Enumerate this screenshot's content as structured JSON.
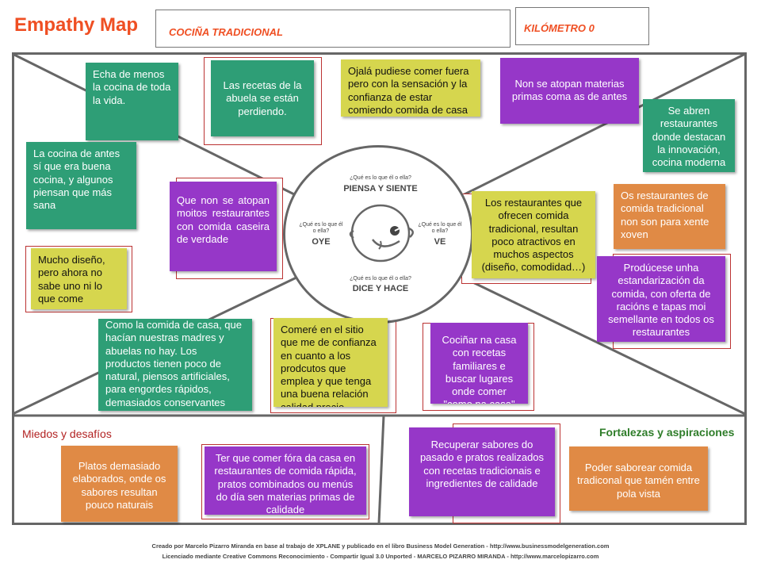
{
  "header": {
    "title": "Empathy Map",
    "subject": "COCIÑA TRADICIONAL",
    "context": "KILÓMETRO 0"
  },
  "center": {
    "question": "¿Qué es lo que él o ella?",
    "think_feel": "PIENSA Y SIENTE",
    "hear": "OYE",
    "see": "VE",
    "say_do": "DICE Y HACE"
  },
  "notes": {
    "n1": "Echa de menos la cocina de toda la vida.",
    "n2": "Las recetas de la abuela se están perdiendo.",
    "n3": "Ojalá pudiese comer fuera pero con  la sensación y la confianza de estar comiendo comida de casa",
    "n4": "Non se atopan materias primas coma as de antes",
    "n5": "Se abren restaurantes donde destacan la innovación, cocina moderna",
    "n6": "La cocina de antes sí que era buena cocina, y algunos piensan que más sana",
    "n7": "Que non se atopan moitos restaurantes con comida caseira de verdade",
    "n8": "Los restaurantes que ofrecen comida tradicional, resultan poco atractivos en muchos aspectos (diseño, comodidad…)",
    "n9": "Os restaurantes de comida tradicional non son para xente xoven",
    "n10": "Mucho diseño, pero ahora no sabe uno ni lo que come",
    "n11": "Prodúcese unha estandarización da comida, con oferta de racións e tapas moi semellante en todos os restaurantes",
    "n12": "Como la comida de casa, que hacían nuestras madres y abuelas no hay. Los productos tienen poco de natural, piensos artificiales, para engordes rápidos, demasiados conservantes",
    "n13": "Comeré en el sitio que me de confianza en cuanto a los prodcutos que emplea y que tenga una buena relación calidad precio.",
    "n14": "Cociñar na casa con recetas familiares e buscar lugares onde comer \"como na casa\""
  },
  "pains": {
    "label": "Miedos y desafíos",
    "items": [
      "Platos demasiado elaborados, onde os sabores resultan pouco naturais",
      "Ter que comer fóra da casa en restaurantes de comida rápida, pratos combinados ou menús do día sen materias primas de calidade"
    ]
  },
  "gains": {
    "label": "Fortalezas y aspiraciones",
    "items": [
      "Recuperar sabores do pasado e pratos realizados con recetas tradicionais e ingredientes de calidade",
      "Poder saborear comida tradiconal que tamén entre pola vista"
    ]
  },
  "footer": {
    "line1": "Creado por Marcelo Pizarro Miranda en base al trabajo de XPLANE y publicado en el libro Business Model Generation - http://www.businessmodelgeneration.com",
    "line2": "Licenciado mediante Creative Commons Reconocimiento - Compartir Igual 3.0 Unported - MARCELO PIZARRO MIRANDA - http://www.marcelopizarro.com"
  },
  "colors": {
    "accent": "#ef4f23",
    "green": "#2e9e76",
    "yellow": "#d6d64e",
    "purple": "#9637c8",
    "orange": "#e08a45",
    "pains_label": "#b22222",
    "gains_label": "#2f7d2a"
  }
}
